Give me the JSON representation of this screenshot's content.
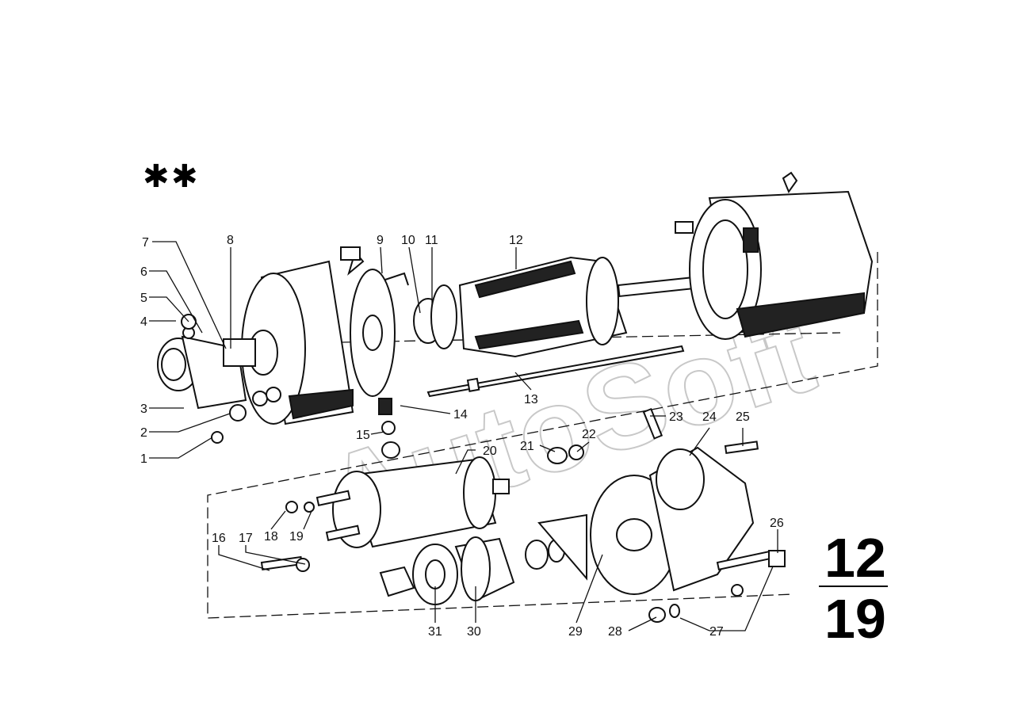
{
  "watermark": "AutoSoft",
  "marker_symbols": [
    "✱",
    "✱"
  ],
  "callouts": [
    "1",
    "2",
    "3",
    "4",
    "5",
    "6",
    "7",
    "8",
    "9",
    "10",
    "11",
    "12",
    "13",
    "14",
    "15",
    "16",
    "17",
    "18",
    "19",
    "20",
    "21",
    "22",
    "23",
    "24",
    "25",
    "26",
    "27",
    "28",
    "29",
    "30",
    "31"
  ],
  "page_ref": {
    "group": "12",
    "page": "19"
  }
}
